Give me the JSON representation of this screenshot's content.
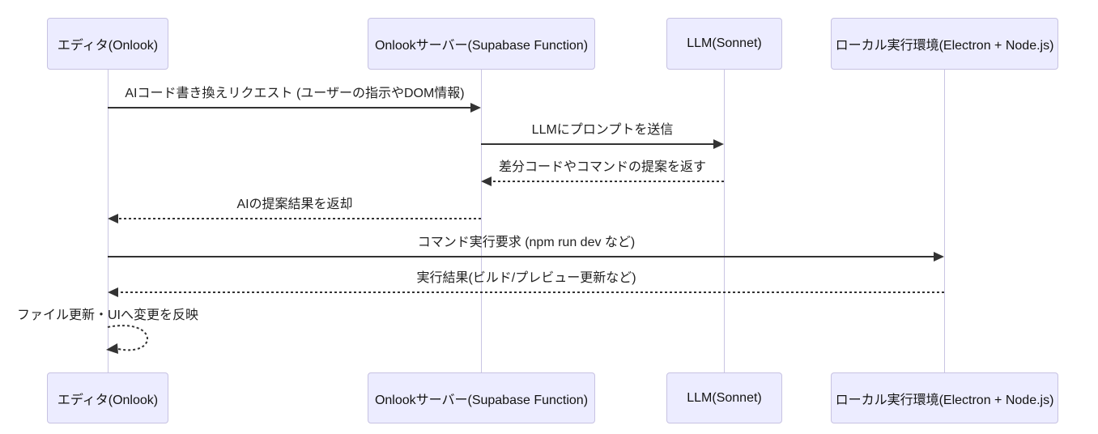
{
  "diagram": {
    "kind": "sequence-diagram",
    "actors": [
      {
        "id": "editor",
        "label": "エディタ(Onlook)"
      },
      {
        "id": "server",
        "label": "Onlookサーバー(Supabase Function)"
      },
      {
        "id": "llm",
        "label": "LLM(Sonnet)"
      },
      {
        "id": "local",
        "label": "ローカル実行環境(Electron + Node.js)"
      }
    ],
    "messages": [
      {
        "from": "editor",
        "to": "server",
        "style": "solid",
        "label": "AIコード書き換えリクエスト (ユーザーの指示やDOM情報)"
      },
      {
        "from": "server",
        "to": "llm",
        "style": "solid",
        "label": "LLMにプロンプトを送信"
      },
      {
        "from": "llm",
        "to": "server",
        "style": "dashed",
        "label": "差分コードやコマンドの提案を返す"
      },
      {
        "from": "server",
        "to": "editor",
        "style": "dashed",
        "label": "AIの提案結果を返却"
      },
      {
        "from": "editor",
        "to": "local",
        "style": "solid",
        "label": "コマンド実行要求 (npm run dev など)"
      },
      {
        "from": "local",
        "to": "editor",
        "style": "dashed",
        "label": "実行結果(ビルド/プレビュー更新など)"
      },
      {
        "from": "editor",
        "to": "editor",
        "style": "dashed-self",
        "label": "ファイル更新・UIへ変更を反映"
      }
    ],
    "colors": {
      "actor_fill": "#ECECFF",
      "actor_border": "#C7C2E2",
      "lifeline": "#C9C5E3",
      "arrow": "#333333",
      "text": "#222222",
      "background": "#FFFFFF"
    }
  }
}
